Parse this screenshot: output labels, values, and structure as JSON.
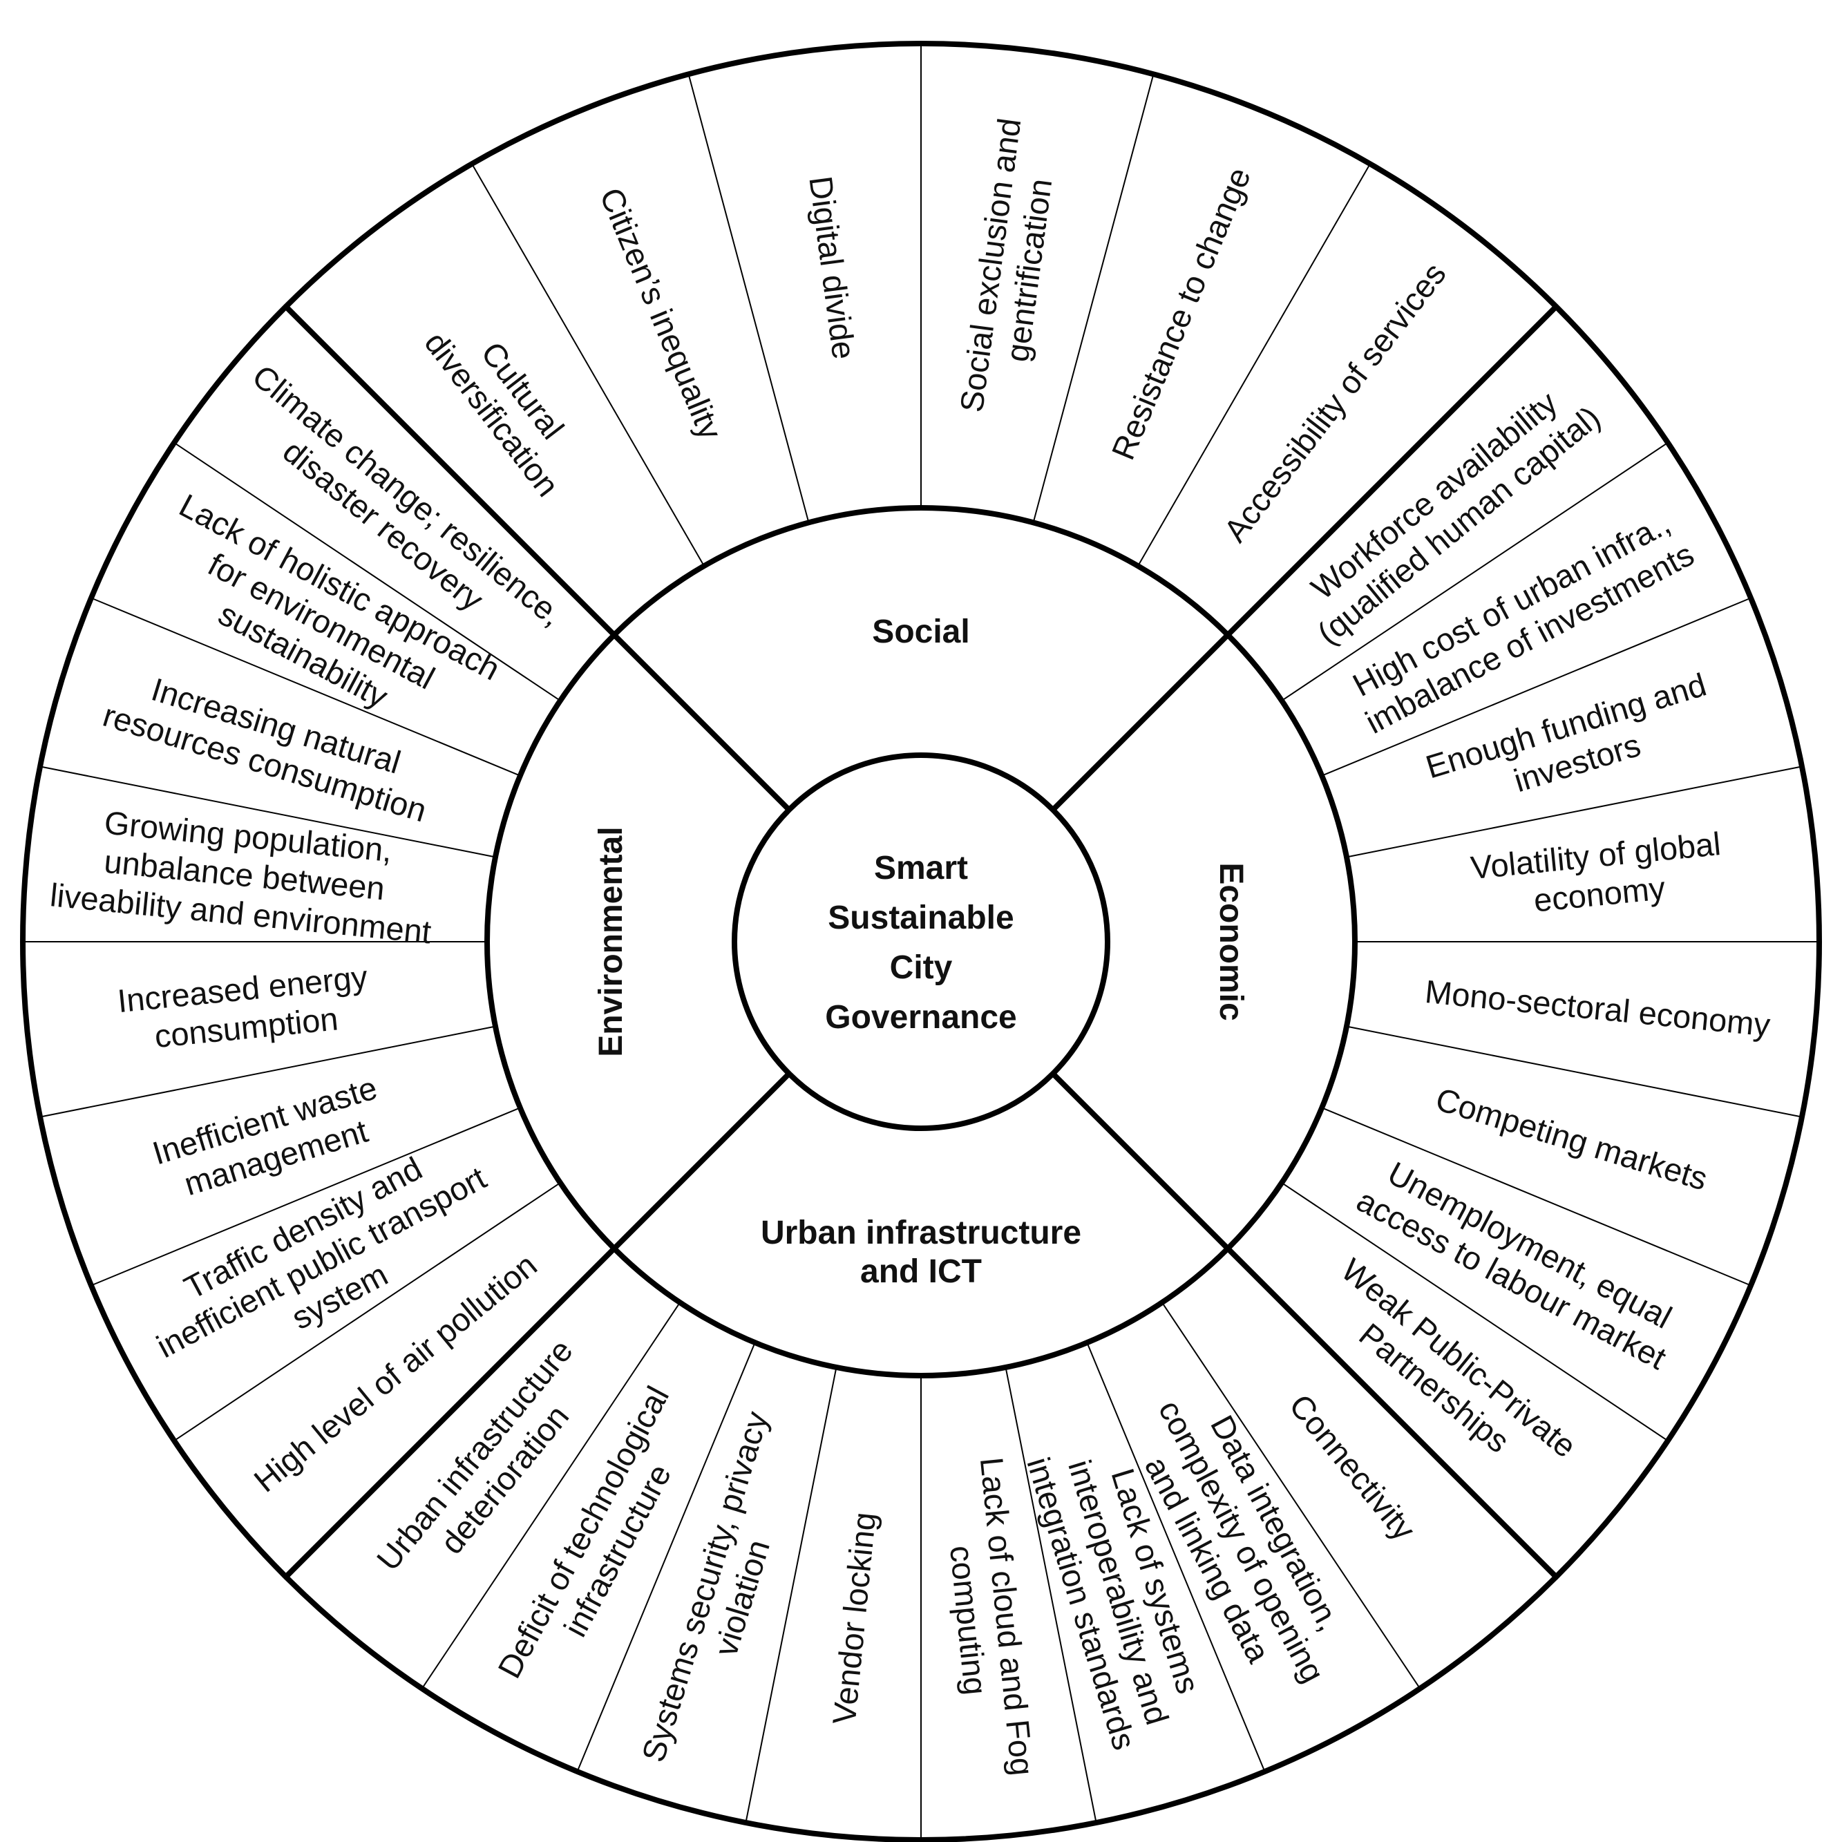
{
  "center": {
    "lines": [
      "Smart",
      "Sustainable",
      "City",
      "Governance"
    ]
  },
  "categories": [
    {
      "id": "social",
      "label": [
        "Social"
      ],
      "items": [
        [
          "Cultural",
          "diversification"
        ],
        [
          "Citizen’s inequality"
        ],
        [
          "Digital divide"
        ],
        [
          "Social exclusion and",
          "gentrification"
        ],
        [
          "Resistance to change"
        ],
        [
          "Accessibility of services"
        ]
      ]
    },
    {
      "id": "economic",
      "label": [
        "Economic"
      ],
      "items": [
        [
          "Workforce availability",
          "(qualified human capital)"
        ],
        [
          "High cost of urban infra.,",
          "imbalance of investments"
        ],
        [
          "Enough funding and",
          "investors"
        ],
        [
          "Volatility of global",
          "economy"
        ],
        [
          "Mono-sectoral economy"
        ],
        [
          "Competing markets"
        ],
        [
          "Unemployment, equal",
          "access to labour market"
        ],
        [
          "Weak Public-Private",
          "Partnerships"
        ]
      ]
    },
    {
      "id": "urban",
      "label": [
        "Urban infrastructure",
        "and ICT"
      ],
      "items": [
        [
          "Connectivity"
        ],
        [
          "Data integration,",
          "complexity of opening",
          "and linking data"
        ],
        [
          "Lack of systems",
          "interoperability and",
          "integration standards"
        ],
        [
          "Lack of cloud and Fog",
          "computing"
        ],
        [
          "Vendor locking"
        ],
        [
          "Systems security, privacy",
          "violation"
        ],
        [
          "Deficit of technological",
          "infrastructure"
        ],
        [
          "Urban infrastructure",
          "deterioration"
        ]
      ]
    },
    {
      "id": "environmental",
      "label": [
        "Environmental"
      ],
      "items": [
        [
          "High level of air pollution"
        ],
        [
          "Traffic density and",
          "inefficient public transport",
          "system"
        ],
        [
          "Inefficient waste",
          "management"
        ],
        [
          "Increased energy",
          "consumption"
        ],
        [
          "Growing population,",
          "unbalance between",
          "liveability and environment"
        ],
        [
          "Increasing natural",
          "resources consumption"
        ],
        [
          "Lack of holistic approach",
          "for environmental",
          "sustainability"
        ],
        [
          "Climate change; resilience,",
          "disaster recovery"
        ]
      ]
    }
  ]
}
